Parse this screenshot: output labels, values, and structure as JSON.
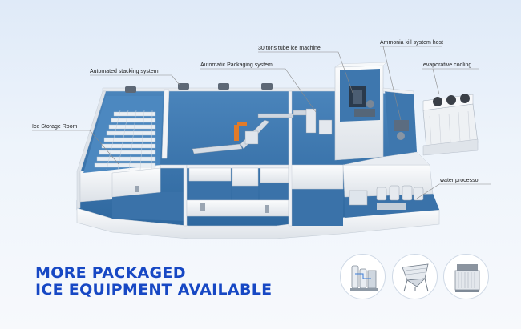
{
  "labels": {
    "ice_machine": "30 tons tube ice machine",
    "ammonia": "Ammonia kill system host",
    "packaging": "Automatic Packaging system",
    "stacking": "Automated stacking system",
    "evaporative": "evaporative cooling",
    "storage": "Ice Storage Room",
    "water": "water processor"
  },
  "headline": {
    "line1": "MORE PACKAGED",
    "line2": "ICE EQUIPMENT AVAILABLE"
  },
  "colors": {
    "headline": "#1748c4",
    "floor": "#3f78b0",
    "wall": "#f1f3f6"
  },
  "thumbnails": [
    "water-treatment-icon",
    "ice-hopper-icon",
    "cooling-tower-icon"
  ]
}
